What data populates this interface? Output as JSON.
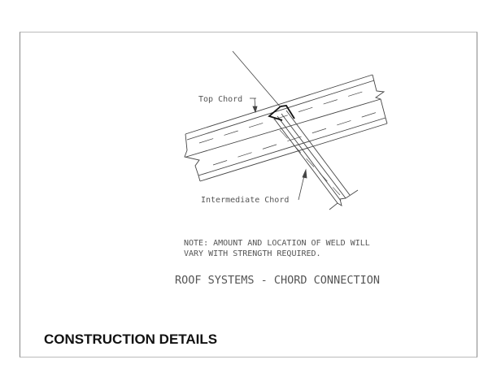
{
  "drawing": {
    "labels": {
      "top_chord": "Top Chord",
      "intermediate_chord": "Intermediate Chord"
    },
    "note_line_1": "NOTE: AMOUNT AND LOCATION OF WELD WILL",
    "note_line_2": "VARY WITH STRENGTH REQUIRED.",
    "caption": "ROOF SYSTEMS - CHORD CONNECTION"
  },
  "footer": {
    "title": "CONSTRUCTION DETAILS"
  },
  "colors": {
    "line": "#444444",
    "text": "#555555",
    "weld": "#111111",
    "border": "#888888"
  }
}
